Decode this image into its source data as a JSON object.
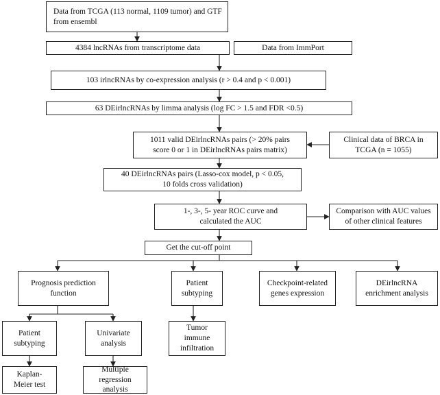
{
  "diagram": {
    "nodes": {
      "tcga": "Data from TCGA (113 normal, 1109 tumor) and GTF from ensembl",
      "lncrnas": "4384 lncRNAs from transcriptome data",
      "immport": "Data from ImmPort",
      "irlncrnas": "103 irlncRNAs by co-expression analysis (r > 0.4 and p < 0.001)",
      "deirlncrnas": "63 DEirlncRNAs by limma analysis (log FC > 1.5 and FDR <0.5)",
      "pairs": "1011 valid DEirlncRNAs pairs (> 20% pairs score 0 or 1 in DEirlncRNAs pairs matrix)",
      "clinical": "Clinical data of BRCA in TCGA (n = 1055)",
      "lasso": "40 DEirlncRNAs pairs (Lasso-cox model, p < 0.05, 10 folds cross validation)",
      "roc": "1-, 3-, 5- year ROC curve and calculated the AUC",
      "comparison": "Comparison with AUC values of other clinical features",
      "cutoff": "Get the cut-off point",
      "prognosis": "Prognosis prediction function",
      "patient_subtyping_mid": "Patient subtyping",
      "checkpoint": "Checkpoint-related genes expression",
      "enrichment": "DEirlncRNA enrichment analysis",
      "patient_subtyping_left": "Patient subtyping",
      "univariate": "Univariate analysis",
      "tumor_immune": "Tumor immune infiltration",
      "kaplan": "Kaplan-Meier test",
      "multiple": "Multiple regression analysis"
    }
  },
  "colors": {
    "stroke": "#222222",
    "background": "#ffffff",
    "text": "#111111"
  }
}
